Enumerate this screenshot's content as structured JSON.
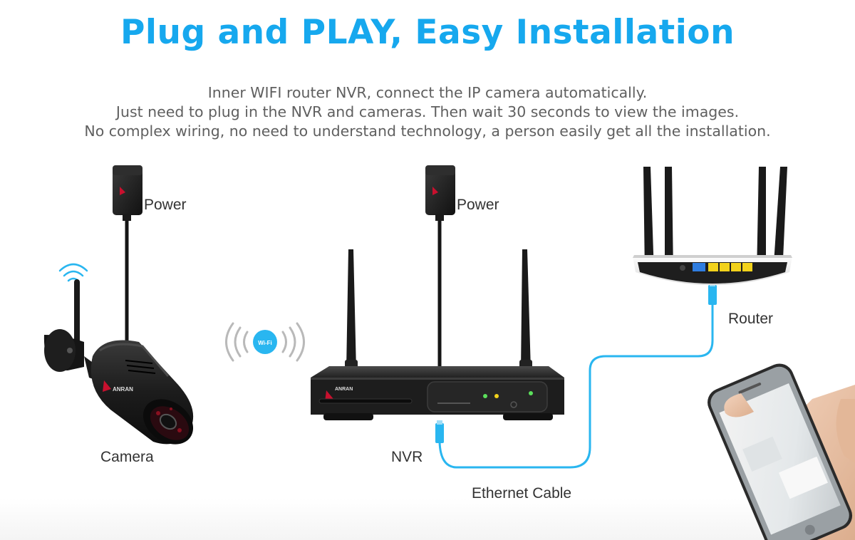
{
  "title": "Plug and PLAY, Easy Installation",
  "subtitle": [
    "Inner WIFI router NVR, connect the IP camera automatically.",
    "Just need to plug in the NVR and cameras. Then wait 30 seconds to view the images.",
    "No complex wiring, no need to understand technology, a person easily get all the installation."
  ],
  "labels": {
    "power_left": "Power",
    "power_right": "Power",
    "camera": "Camera",
    "nvr": "NVR",
    "router": "Router",
    "ethernet": "Ethernet Cable"
  },
  "logo_text": "ANRAN",
  "wifi_badge": "Wi-Fi",
  "colors": {
    "title": "#16a8ee",
    "cable": "#29b6f0",
    "device": "#1c1c1c",
    "router_port": "#f2d21b",
    "wan_port": "#2f7de0",
    "led_green": "#5be05b"
  },
  "icons": [
    "wifi-signal-icon",
    "wifi-broadcast-icon"
  ]
}
